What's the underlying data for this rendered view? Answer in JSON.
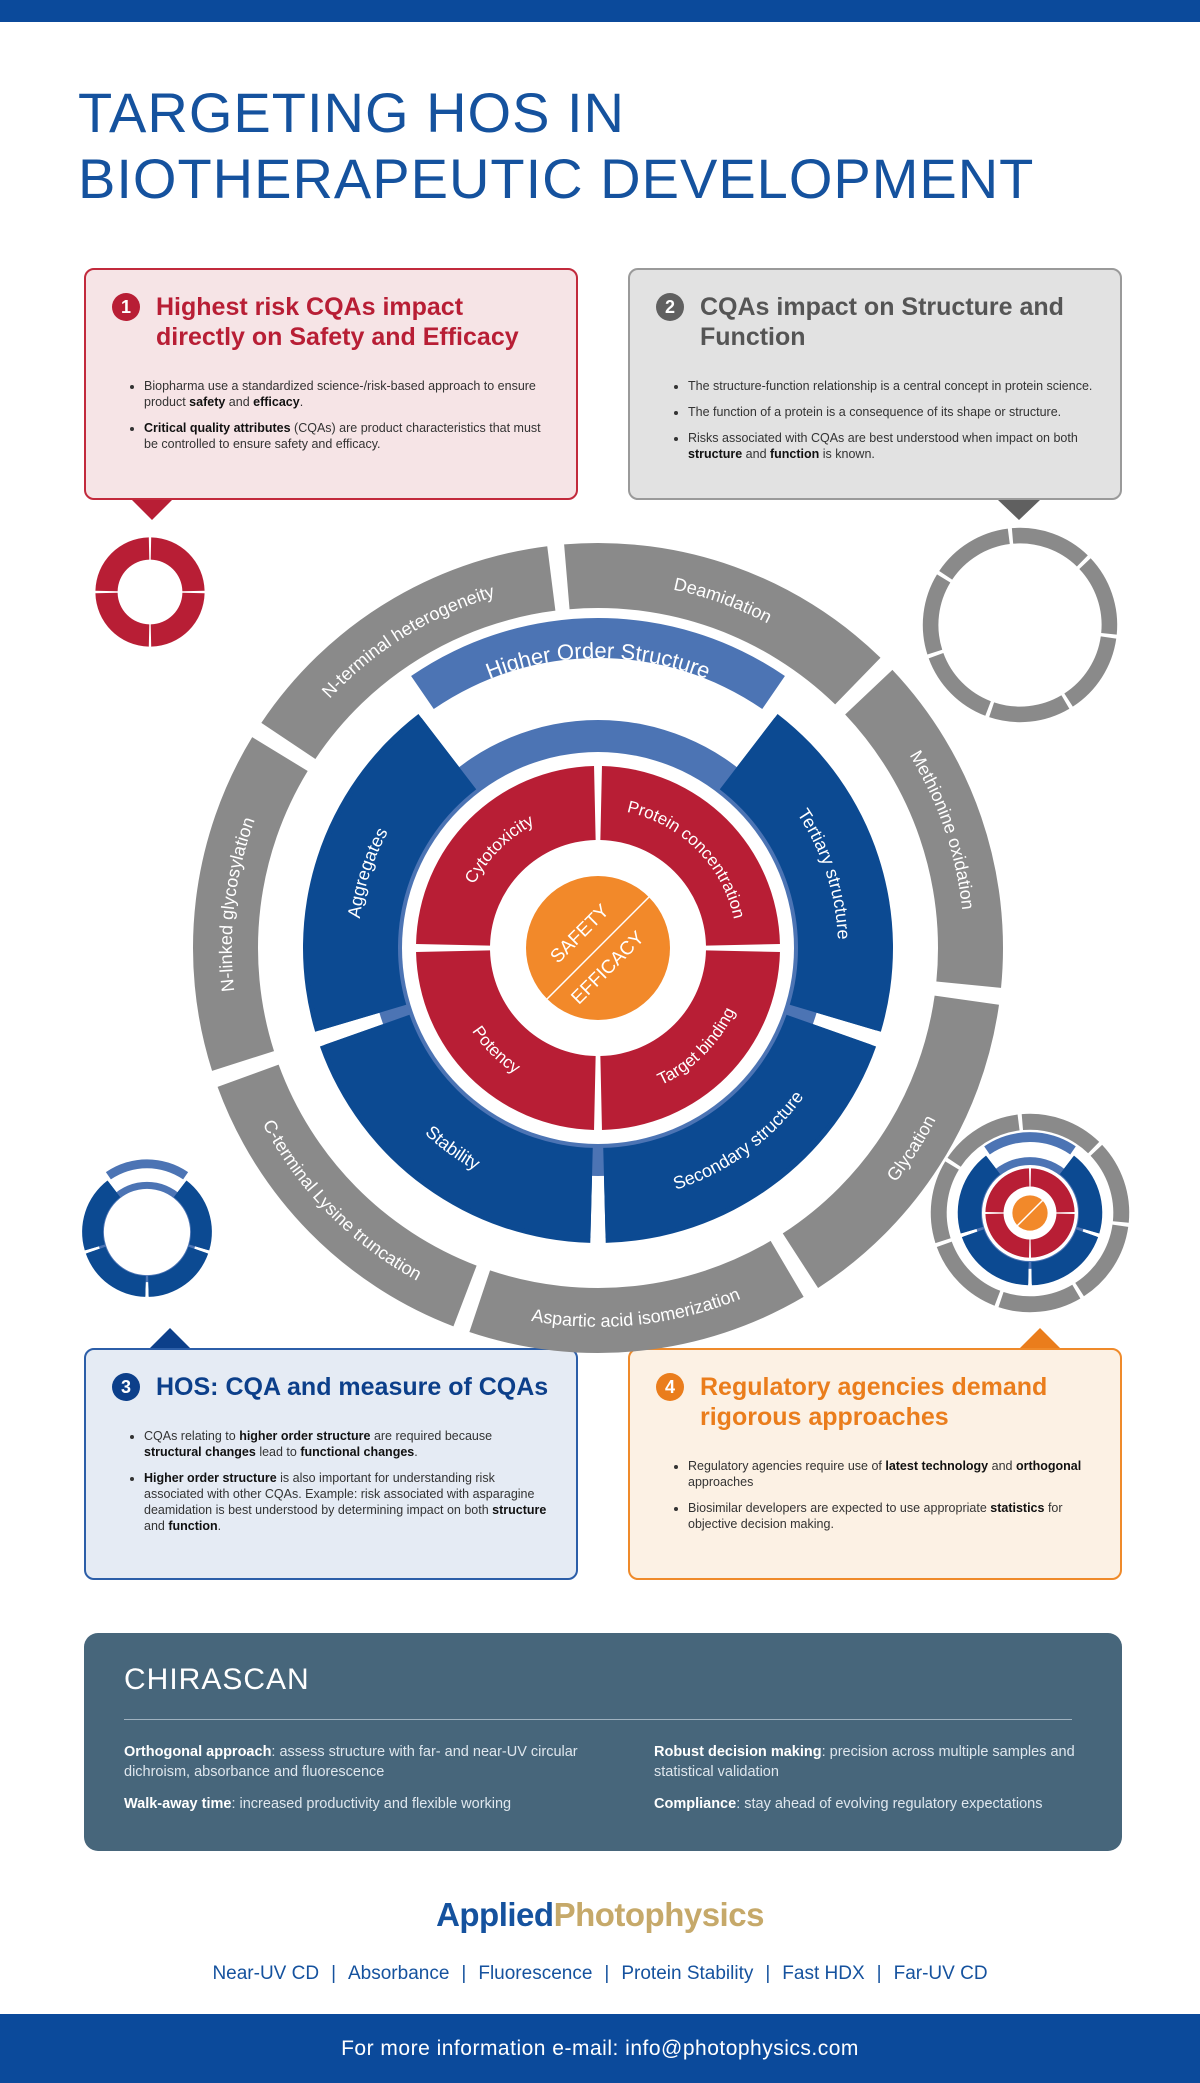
{
  "title": {
    "line1": "TARGETING HOS IN",
    "line2": "BIOTHERAPEUTIC DEVELOPMENT"
  },
  "boxes": [
    {
      "num": "1",
      "heading": "Highest risk CQAs impact directly on Safety and Efficacy",
      "bullets": [
        [
          "Biopharma use a standardized science-/risk-based approach to ensure product ",
          {
            "b": "safety"
          },
          " and ",
          {
            "b": "efficacy"
          },
          "."
        ],
        [
          {
            "b": "Critical quality attributes"
          },
          " (CQAs) are product characteristics that must be controlled to ensure safety and efficacy."
        ]
      ]
    },
    {
      "num": "2",
      "heading": "CQAs impact on Structure and Function",
      "bullets": [
        [
          "The structure-function relationship is a central concept in protein science."
        ],
        [
          "The function of a protein is a consequence of its shape or structure."
        ],
        [
          "Risks associated with CQAs are best understood when impact on both ",
          {
            "b": "structure"
          },
          " and ",
          {
            "b": "function"
          },
          " is known."
        ]
      ]
    },
    {
      "num": "3",
      "heading": "HOS: CQA and measure of CQAs",
      "bullets": [
        [
          "CQAs relating to ",
          {
            "b": "higher order structure"
          },
          " are required because ",
          {
            "b": "structural changes"
          },
          " lead to ",
          {
            "b": "functional changes"
          },
          "."
        ],
        [
          {
            "b": "Higher order structure"
          },
          " is also important for understanding risk associated with other CQAs. Example: risk associated with asparagine deamidation is best understood by determining impact on both ",
          {
            "b": "structure"
          },
          " and ",
          {
            "b": "function"
          },
          "."
        ]
      ]
    },
    {
      "num": "4",
      "heading": "Regulatory agencies demand rigorous approaches",
      "bullets": [
        [
          "Regulatory agencies require use of ",
          {
            "b": "latest technology"
          },
          " and ",
          {
            "b": "orthogonal"
          },
          " approaches"
        ],
        [
          "Biosimilar developers are expected to use appropriate ",
          {
            "b": "statistics"
          },
          " for objective decision making."
        ]
      ]
    }
  ],
  "diagram": {
    "center": {
      "top": "SAFETY",
      "bottom": "EFFICACY"
    },
    "red_ring": [
      "Protein concentration",
      "Target binding",
      "Potency",
      "Cytotoxicity"
    ],
    "blue_ring": [
      "Higher Order Structure",
      "Tertiary structure",
      "Secondary structure",
      "Stability",
      "Aggregates"
    ],
    "grey_ring": [
      "Deamidation",
      "Methionine oxidation",
      "Glycation",
      "Aspartic acid isomerization",
      "C-terminal Lysine truncation",
      "N-linked glycosylation",
      "N-terminal heterogeneity"
    ],
    "colors": {
      "red": "#b81e35",
      "blue_dark": "#0c4a92",
      "blue_light": "#4c74b4",
      "grey": "#8a8a8a",
      "orange": "#f2892a"
    }
  },
  "chirascan": {
    "title": "CHIRASCAN",
    "features": [
      {
        "bold": "Orthogonal approach",
        "text": ": assess structure with far- and near-UV circular dichroism, absorbance and fluorescence"
      },
      {
        "bold": "Robust decision making",
        "text": ": precision across multiple samples and statistical validation"
      },
      {
        "bold": "Walk-away time",
        "text": ": increased productivity and flexible working"
      },
      {
        "bold": "Compliance",
        "text": ": stay ahead of evolving regulatory expectations"
      }
    ]
  },
  "brand": {
    "part1": "Applied",
    "part2": "Photophysics"
  },
  "techniques": [
    "Near-UV CD",
    "Absorbance",
    "Fluorescence",
    "Protein Stability",
    "Fast HDX",
    "Far-UV CD"
  ],
  "footer": "For more information e-mail: info@photophysics.com"
}
